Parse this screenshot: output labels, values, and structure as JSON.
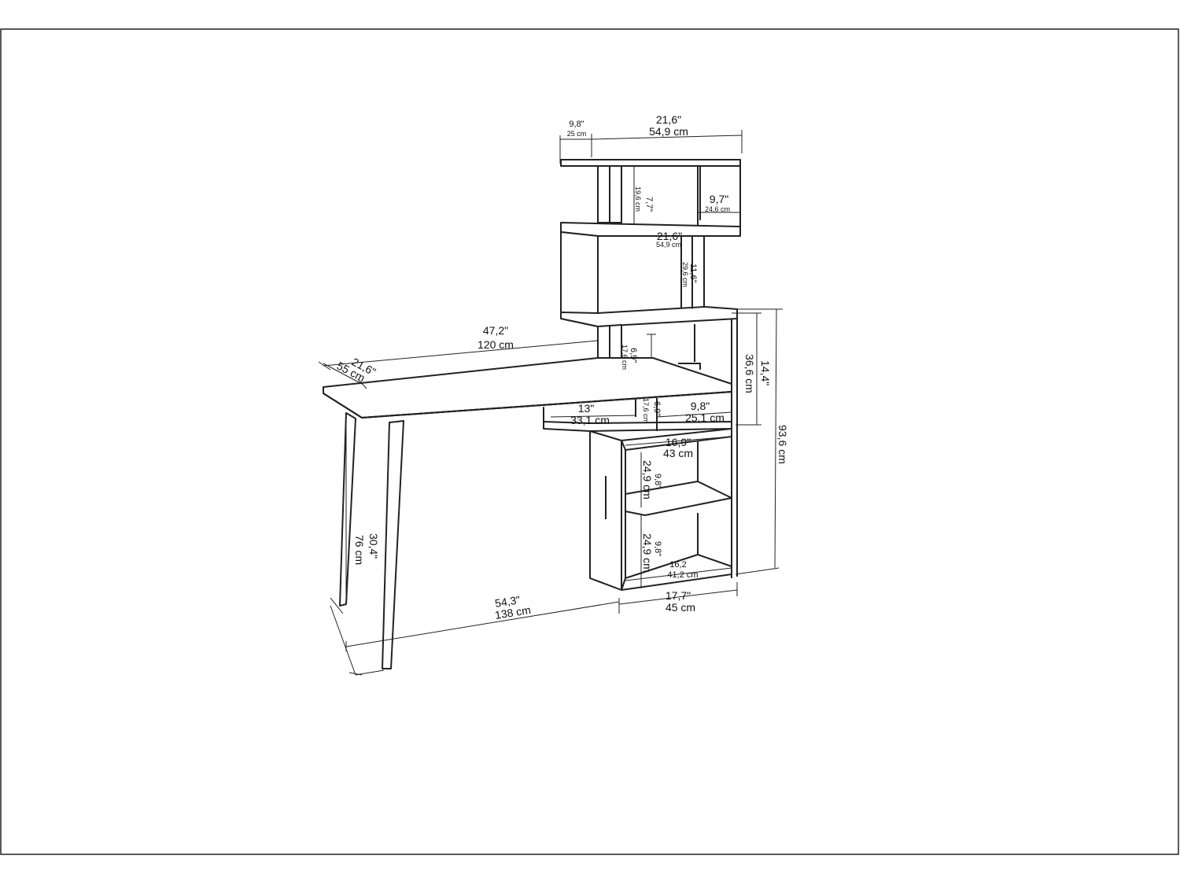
{
  "dimensions": {
    "top_depth_in": "9,8\"",
    "top_depth_cm": "25 cm",
    "top_width_in": "21,6\"",
    "top_width_cm": "54,9 cm",
    "top_gap_in": "7,7\"",
    "top_gap_cm": "19,6 cm",
    "top_inner_in": "9,7\"",
    "top_inner_cm": "24,6 cm",
    "mid_width_in": "21,6\"",
    "mid_width_cm": "54,9 cm",
    "mid_gap_in": "11,6\"",
    "mid_gap_cm": "29,6 cm",
    "desk_length_in": "47,2\"",
    "desk_length_cm": "120 cm",
    "desk_depth_in": "21,6\"",
    "desk_depth_cm": "55 cm",
    "low_gap_in": "6,9\"",
    "low_gap_cm": "17,6 cm",
    "upper_height_in": "14,4\"",
    "upper_height_cm": "36,6 cm",
    "shelf_width_in": "13\"",
    "shelf_width_cm": "33,1 cm",
    "under_gap_in": "6,9\"",
    "under_gap_cm": "17,6 cm",
    "side_width_in": "9,8\"",
    "side_width_cm": "25,1 cm",
    "cab_inner_in": "16,9\"",
    "cab_inner_cm": "43 cm",
    "cab_gap1_in": "9,8\"",
    "cab_gap1_cm": "24,9 cm",
    "cab_gap2_in": "9,8\"",
    "cab_gap2_cm": "24,9 cm",
    "total_height_in": "93,6 cm",
    "leg_height_in": "30,4\"",
    "leg_height_cm": "76 cm",
    "bottom_inner_in": "16,2",
    "bottom_inner_cm": "41,2 cm",
    "cab_width_in": "17,7\"",
    "cab_width_cm": "45 cm",
    "total_length_in": "54,3\"",
    "total_length_cm": "138 cm"
  }
}
